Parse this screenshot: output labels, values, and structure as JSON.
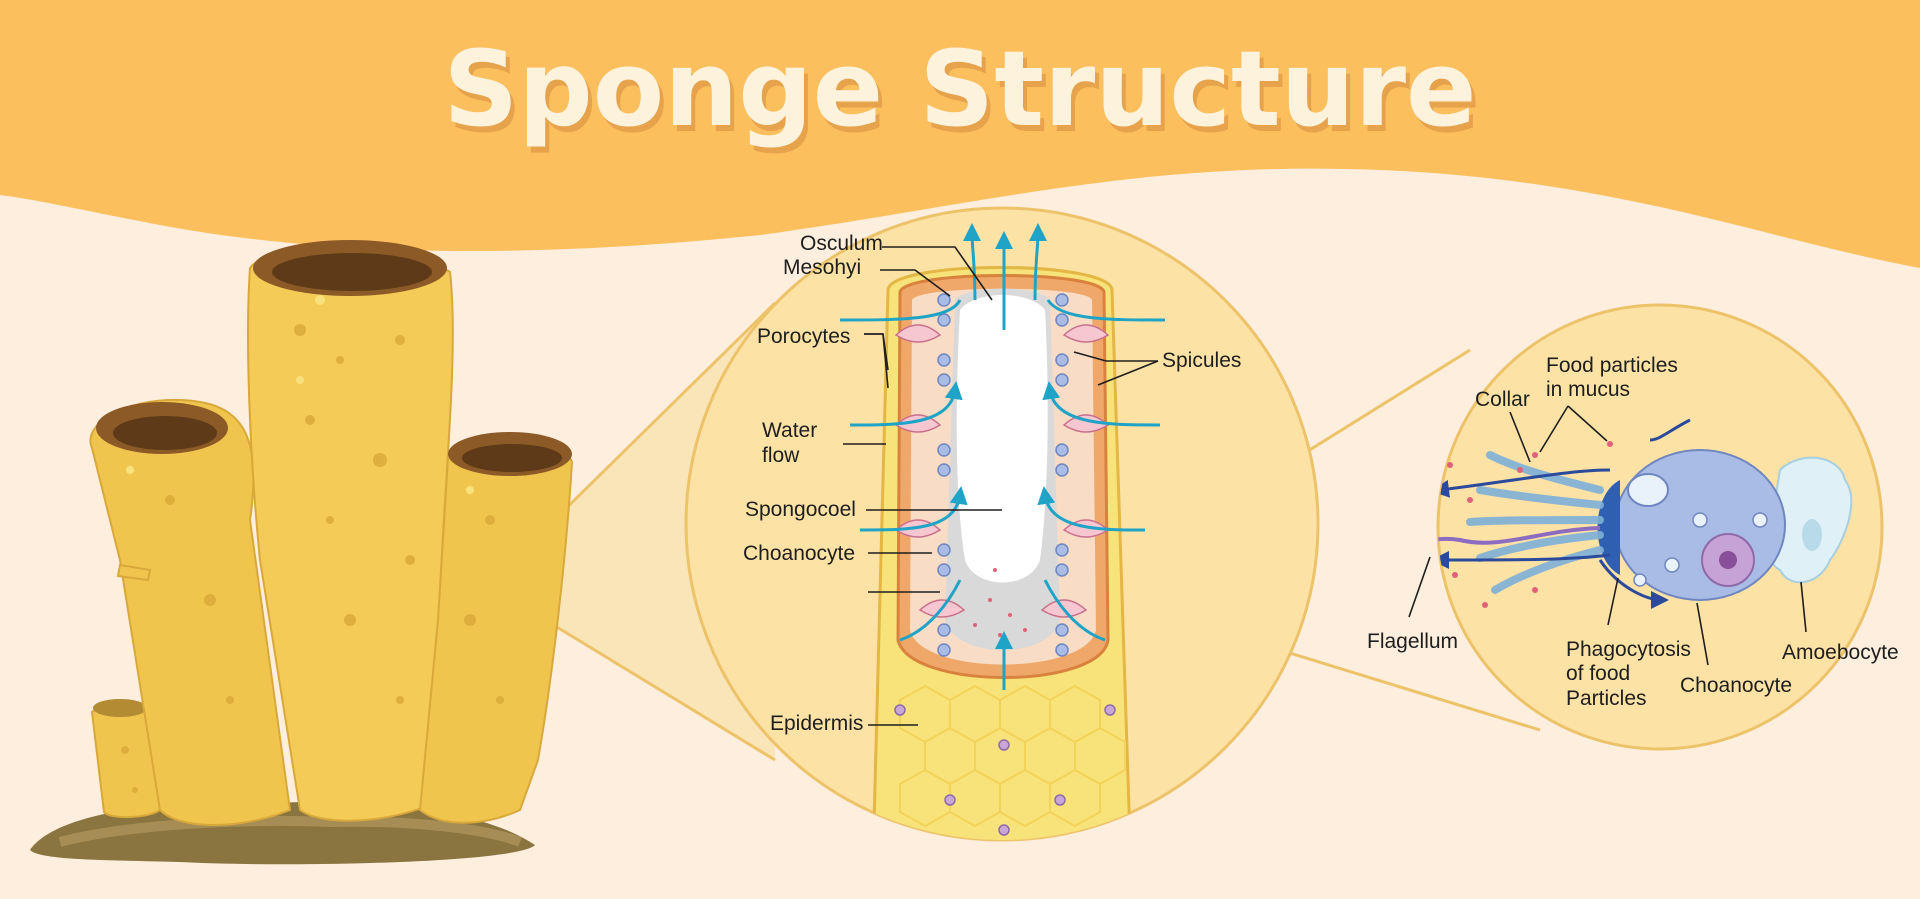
{
  "title": "Sponge Structure",
  "colors": {
    "banner": "#fbbf5e",
    "background": "#fdeedd",
    "sponge_body": "#f0c54e",
    "water_flow": "#1fa3c6",
    "food_particle": "#e0627a",
    "choanocyte_cell": "#a9bce6"
  },
  "labels": {
    "osculum": "Osculum",
    "mesohyi": "Mesohyi",
    "porocytes": "Porocytes",
    "water_flow": [
      "Water",
      "flow"
    ],
    "spongocoel": "Spongocoel",
    "choanocyte_left": "Choanocyte",
    "epidermis": "Epidermis",
    "spicules": "Spicules",
    "collar": "Collar",
    "food_particles": [
      "Food particles",
      "in mucus"
    ],
    "flagellum": "Flagellum",
    "phagocytosis": [
      "Phagocytosis",
      "of food",
      "Particles"
    ],
    "choanocyte_right": "Choanocyte",
    "amoebocyte": "Amoebocyte"
  }
}
